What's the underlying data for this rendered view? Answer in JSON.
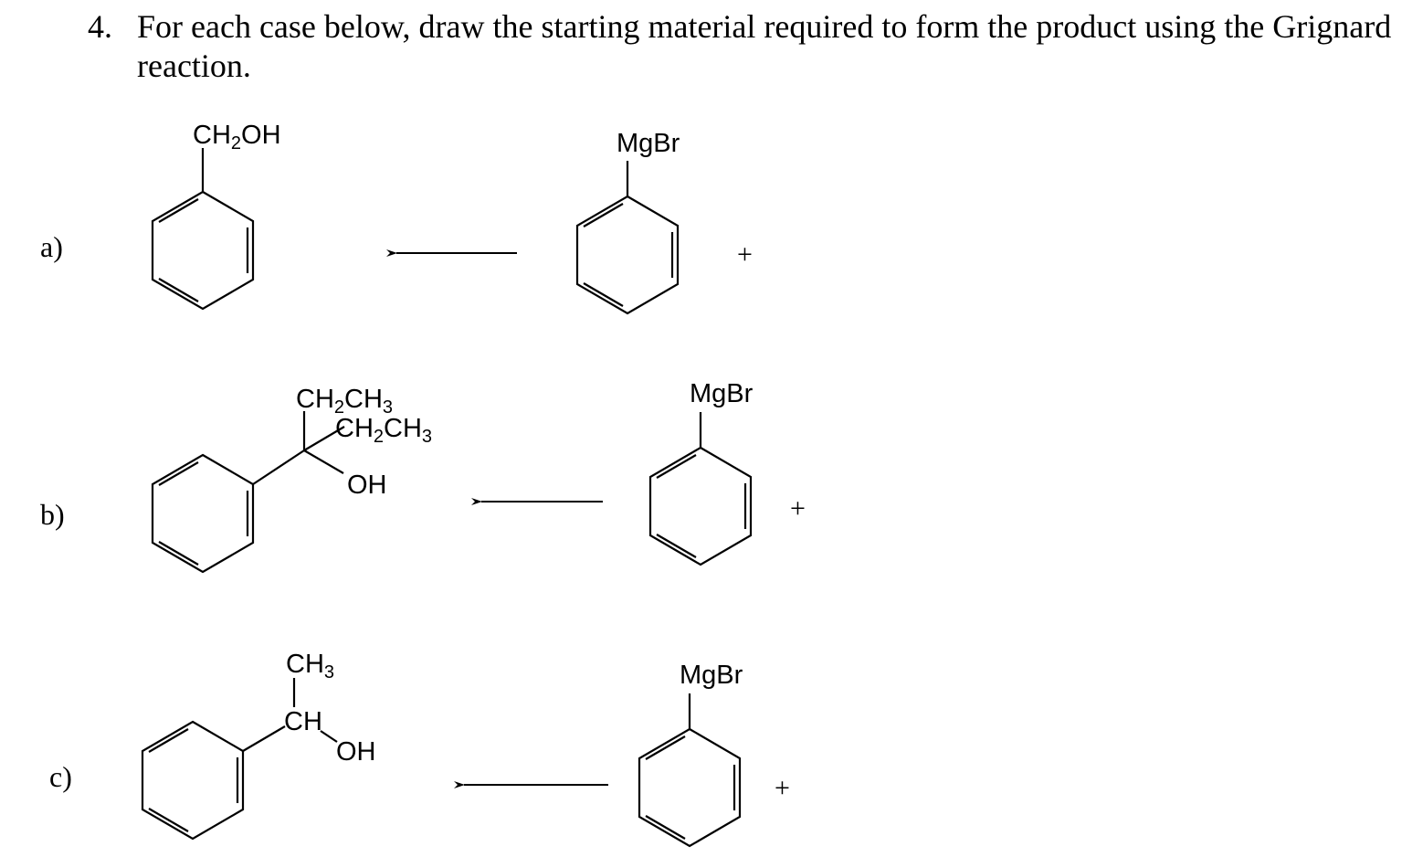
{
  "question": {
    "number": "4.",
    "text": "For each case below, draw the starting material required to form the product using the Grignard reaction."
  },
  "cases": [
    {
      "label": "a)",
      "product_labels": [
        {
          "main": "CH",
          "sub": "2",
          "tail": "OH"
        }
      ],
      "reagent_label": "MgBr",
      "plus": "+"
    },
    {
      "label": "b)",
      "product_labels": [
        {
          "main": "CH",
          "sub": "2",
          "tail": "CH",
          "sub2": "3"
        },
        {
          "main": "CH",
          "sub": "2",
          "tail": "CH",
          "sub2": "3"
        },
        {
          "main": "OH"
        }
      ],
      "reagent_label": "MgBr",
      "plus": "+"
    },
    {
      "label": "c)",
      "product_labels": [
        {
          "main": "CH",
          "sub": "3"
        },
        {
          "main": "CH"
        },
        {
          "main": "OH"
        }
      ],
      "reagent_label": "MgBr",
      "plus": "+"
    }
  ]
}
